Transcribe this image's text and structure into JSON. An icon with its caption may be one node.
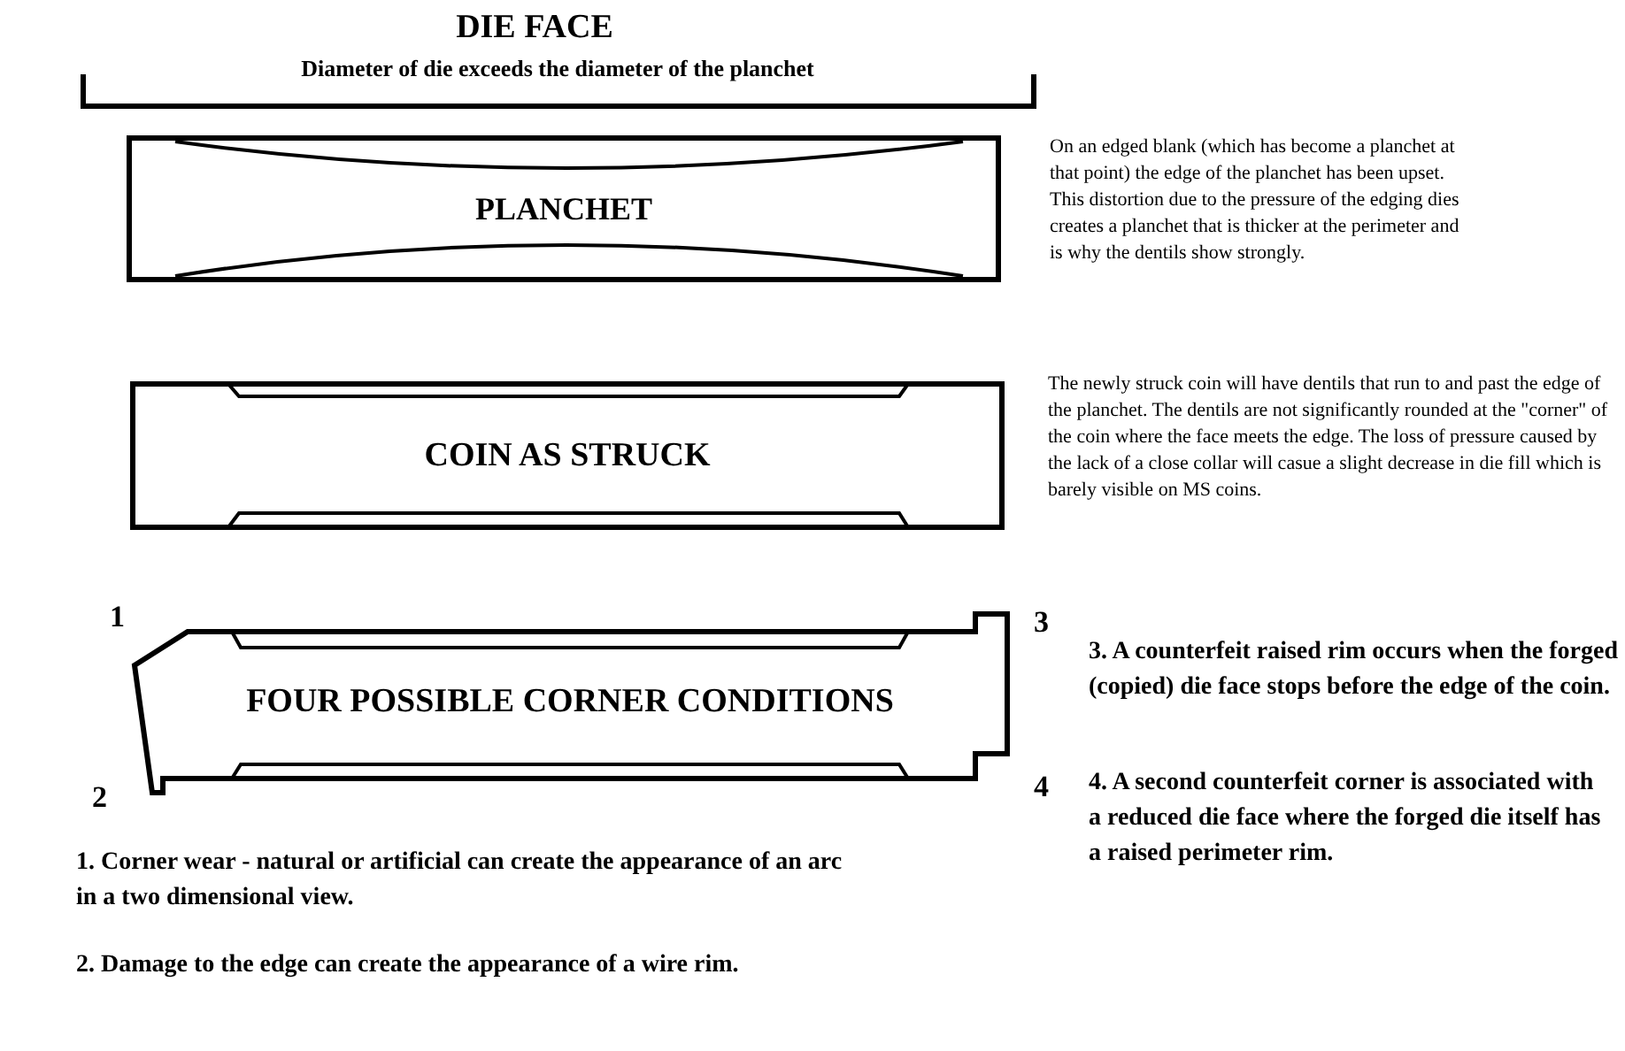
{
  "diagram": {
    "title": "DIE FACE",
    "nodes": [
      {
        "text": [
          "PLANCHET"
        ]
      },
      {
        "text": [
          "COIN AS STRUCK"
        ]
      },
      {
        "text": [
          "FOUR POSSIBLE CORNER CONDITIONS"
        ]
      }
    ],
    "edges": [],
    "labels": [
      "Diameter of die exceeds the diameter of the planchet",
      "On an edged blank (which has become a planchet at that point)  the edge of the planchet has been upset.  This distortion due to the pressure of the edging dies creates a planchet that is thicker at the perimeter and is why the dentils show strongly.",
      "The newly struck coin will have dentils that run to and past the edge of the planchet. The dentils are not significantly rounded at the \"corner\" of the coin where the face meets the edge. The loss of pressure caused by the lack of a close collar will casue a slight decrease in die fill which is barely visible on MS coins.",
      "1",
      "3",
      "3.  A counterfeit raised rim occurs when the forged (copied) die face stops before the edge of the coin.",
      "4",
      "4.  A second counterfeit corner is associated with a reduced die face where the forged die itself has a raised perimeter rim.",
      "2",
      "1.  Corner wear - natural or artificial can create the appearance of an arc in a two dimensional view.",
      "2.  Damage to the edge can create the appearance of a wire rim."
    ]
  }
}
